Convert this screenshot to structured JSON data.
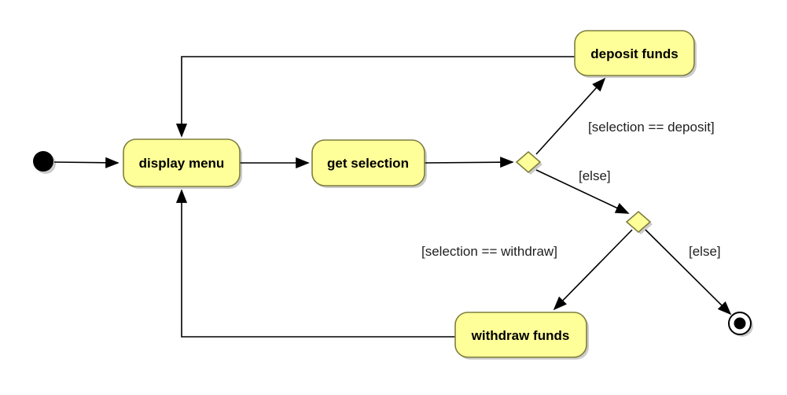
{
  "diagram": {
    "kind": "uml-activity-diagram",
    "nodes": {
      "display_menu": {
        "label": "display menu"
      },
      "get_selection": {
        "label": "get selection"
      },
      "deposit_funds": {
        "label": "deposit funds"
      },
      "withdraw_funds": {
        "label": "withdraw funds"
      }
    },
    "edge_labels": {
      "deposit_guard": "[selection == deposit]",
      "else_top": "[else]",
      "withdraw_guard": "[selection == withdraw]",
      "else_bottom": "[else]"
    },
    "colors": {
      "node_fill": "#FFFF99",
      "node_stroke": "#7E7E3F",
      "shadow": "#BFBFBF",
      "edge": "#000000",
      "background": "#FFFFFF"
    }
  }
}
